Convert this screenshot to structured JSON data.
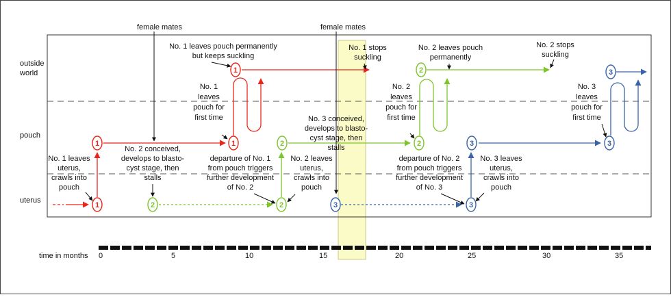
{
  "rows": {
    "outside": "outside\nworld",
    "pouch": "pouch",
    "uterus": "uterus"
  },
  "time_axis": {
    "label": "time in months",
    "ticks": [
      "0",
      "5",
      "10",
      "15",
      "20",
      "25",
      "30",
      "35"
    ]
  },
  "top_labels": {
    "female_mates_1": "female mates",
    "female_mates_2": "female mates"
  },
  "markers": {
    "j1": "1",
    "j2": "2",
    "j3": "3"
  },
  "colors": {
    "j1": "#e8261c",
    "j2": "#7cc52c",
    "j3": "#3a64a8",
    "highlight": "#fbfbc8"
  },
  "annotations": {
    "n1_leaves_permanently": "No. 1 leaves pouch permanently\nbut keeps suckling",
    "n1_stops": "No. 1 stops\nsuckling",
    "n2_leaves_permanently": "No. 2 leaves pouch\npermanently",
    "n2_stops": "No. 2 stops\nsuckling",
    "n1_first": "No. 1\nleaves\npouch for\nfirst time",
    "n3_conceived": "No. 3 conceived,\ndevelops to blasto-\ncyst stage, then\nstalls",
    "n2_first": "No. 2\nleaves\npouch for\nfirst time",
    "n3_first": "No. 3\nleaves\npouch for\nfirst time",
    "n1_uterus": "No. 1 leaves\nuterus,\ncrawls into\npouch",
    "n2_conceived": "No. 2 conceived,\ndevelops to blasto-\ncyst stage, then\nstalls",
    "departure1": "departure of No. 1\nfrom pouch triggers\nfurther development\nof No. 2",
    "n2_uterus": "No. 2 leaves\nuterus,\ncrawls into\npouch",
    "departure2": "departure of No. 2\nfrom pouch triggers\nfurther development\nof No. 3",
    "n3_uterus": "No. 3 leaves\nuterus,\ncrawls into\npouch"
  }
}
